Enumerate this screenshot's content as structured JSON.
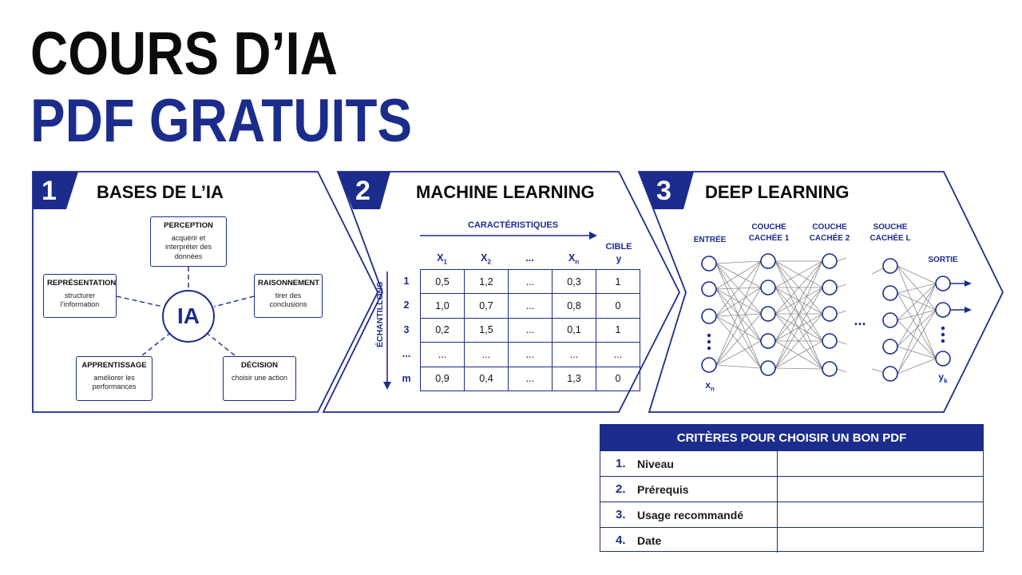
{
  "title_line1": "COURS D’IA",
  "title_line2": "PDF GRATUITS",
  "sections": [
    {
      "num": "1",
      "title": "BASES DE L’IA"
    },
    {
      "num": "2",
      "title": "MACHINE LEARNING"
    },
    {
      "num": "3",
      "title": "DEEP LEARNING"
    }
  ],
  "ia": {
    "center": "IA",
    "perception": {
      "title": "PERCEPTION",
      "desc": "acquérir et interpréter des données"
    },
    "representation": {
      "title": "REPRÉSENTATION",
      "desc": "structurer l’information"
    },
    "raisonnement": {
      "title": "RAISONNEMENT",
      "desc": "tirer des conclusions"
    },
    "apprentissage": {
      "title": "APPRENTISSAGE",
      "desc": "améliorer les performances"
    },
    "decision": {
      "title": "DÉCISION",
      "desc": "choisir une action"
    }
  },
  "ml": {
    "features_label": "CARACTÉRISTIQUES",
    "samples_label": "ÉCHANTILLONS",
    "target_label": "CIBLE",
    "target_var": "y",
    "col_headers": [
      {
        "base": "X",
        "sub": "1"
      },
      {
        "base": "X",
        "sub": "2"
      },
      {
        "base": "...",
        "sub": ""
      },
      {
        "base": "X",
        "sub": "n"
      }
    ],
    "row_labels": [
      "1",
      "2",
      "3",
      "...",
      "m"
    ],
    "rows": [
      [
        "0,5",
        "1,2",
        "...",
        "0,3",
        "1"
      ],
      [
        "1,0",
        "0,7",
        "...",
        "0,8",
        "0"
      ],
      [
        "0,2",
        "1,5",
        "...",
        "0,1",
        "1"
      ],
      [
        "...",
        "...",
        "...",
        "...",
        "..."
      ],
      [
        "0,9",
        "0,4",
        "...",
        "1,3",
        "0"
      ]
    ]
  },
  "dl": {
    "input_label": "ENTRÉE",
    "hidden1_label": "COUCHE CACHÉE 1",
    "hidden2_label": "COUCHE CACHÉE 2",
    "hiddenL_label": "SOUCHE CACHÉE L",
    "output_label": "SORTIE",
    "input_node_label": {
      "base": "x",
      "sub": "n"
    },
    "output_node_label": {
      "base": "y",
      "sub": "k"
    },
    "ellipsis": "..."
  },
  "criteria": {
    "title": "CRITÈRES POUR CHOISIR UN BON PDF",
    "items": [
      {
        "num": "1.",
        "label": "Niveau",
        "value": ""
      },
      {
        "num": "2.",
        "label": "Prérequis",
        "value": ""
      },
      {
        "num": "3.",
        "label": "Usage recommandé",
        "value": ""
      },
      {
        "num": "4.",
        "label": "Date",
        "value": ""
      }
    ]
  },
  "colors": {
    "accent": "#1c2c8c",
    "text": "#0b0b0b",
    "connector": "#888888"
  }
}
